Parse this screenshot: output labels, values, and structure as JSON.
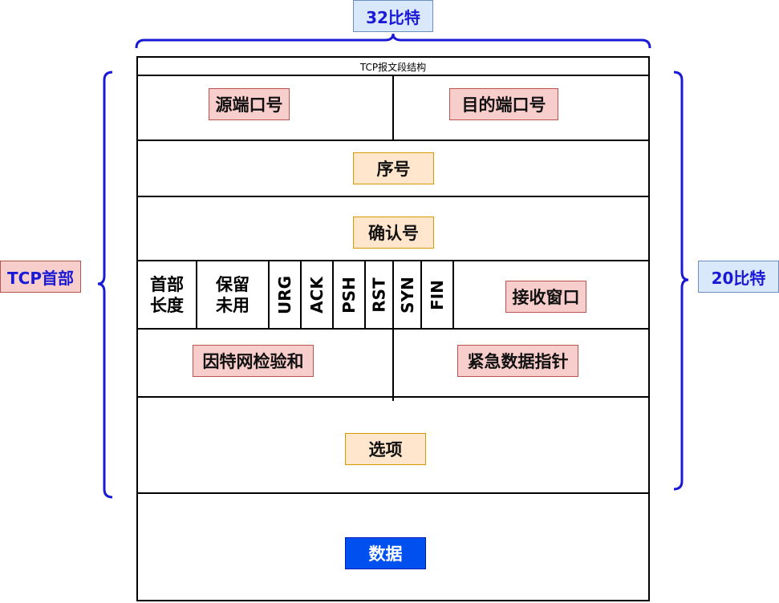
{
  "labels": {
    "width_bits": "32比特",
    "header_bytes": "20比特",
    "tcp_header": "TCP首部"
  },
  "segment": {
    "title": "TCP报文段结构",
    "source_port": "源端口号",
    "dest_port": "目的端口号",
    "sequence_number": "序号",
    "ack_number": "确认号",
    "header_length": [
      "首部",
      "长度"
    ],
    "reserved": [
      "保留",
      "未用"
    ],
    "flags": [
      "URG",
      "ACK",
      "PSH",
      "RST",
      "SYN",
      "FIN"
    ],
    "receive_window": "接收窗口",
    "checksum": "因特网检验和",
    "urgent_pointer": "紧急数据指针",
    "options": "选项",
    "data": "数据"
  },
  "colors": {
    "bracket": "#1a1ad6",
    "pink_fill": "#f8cecc",
    "orange_fill": "#ffe6cc",
    "blue_fill": "#dae8fc",
    "data_fill": "#0050ef"
  }
}
